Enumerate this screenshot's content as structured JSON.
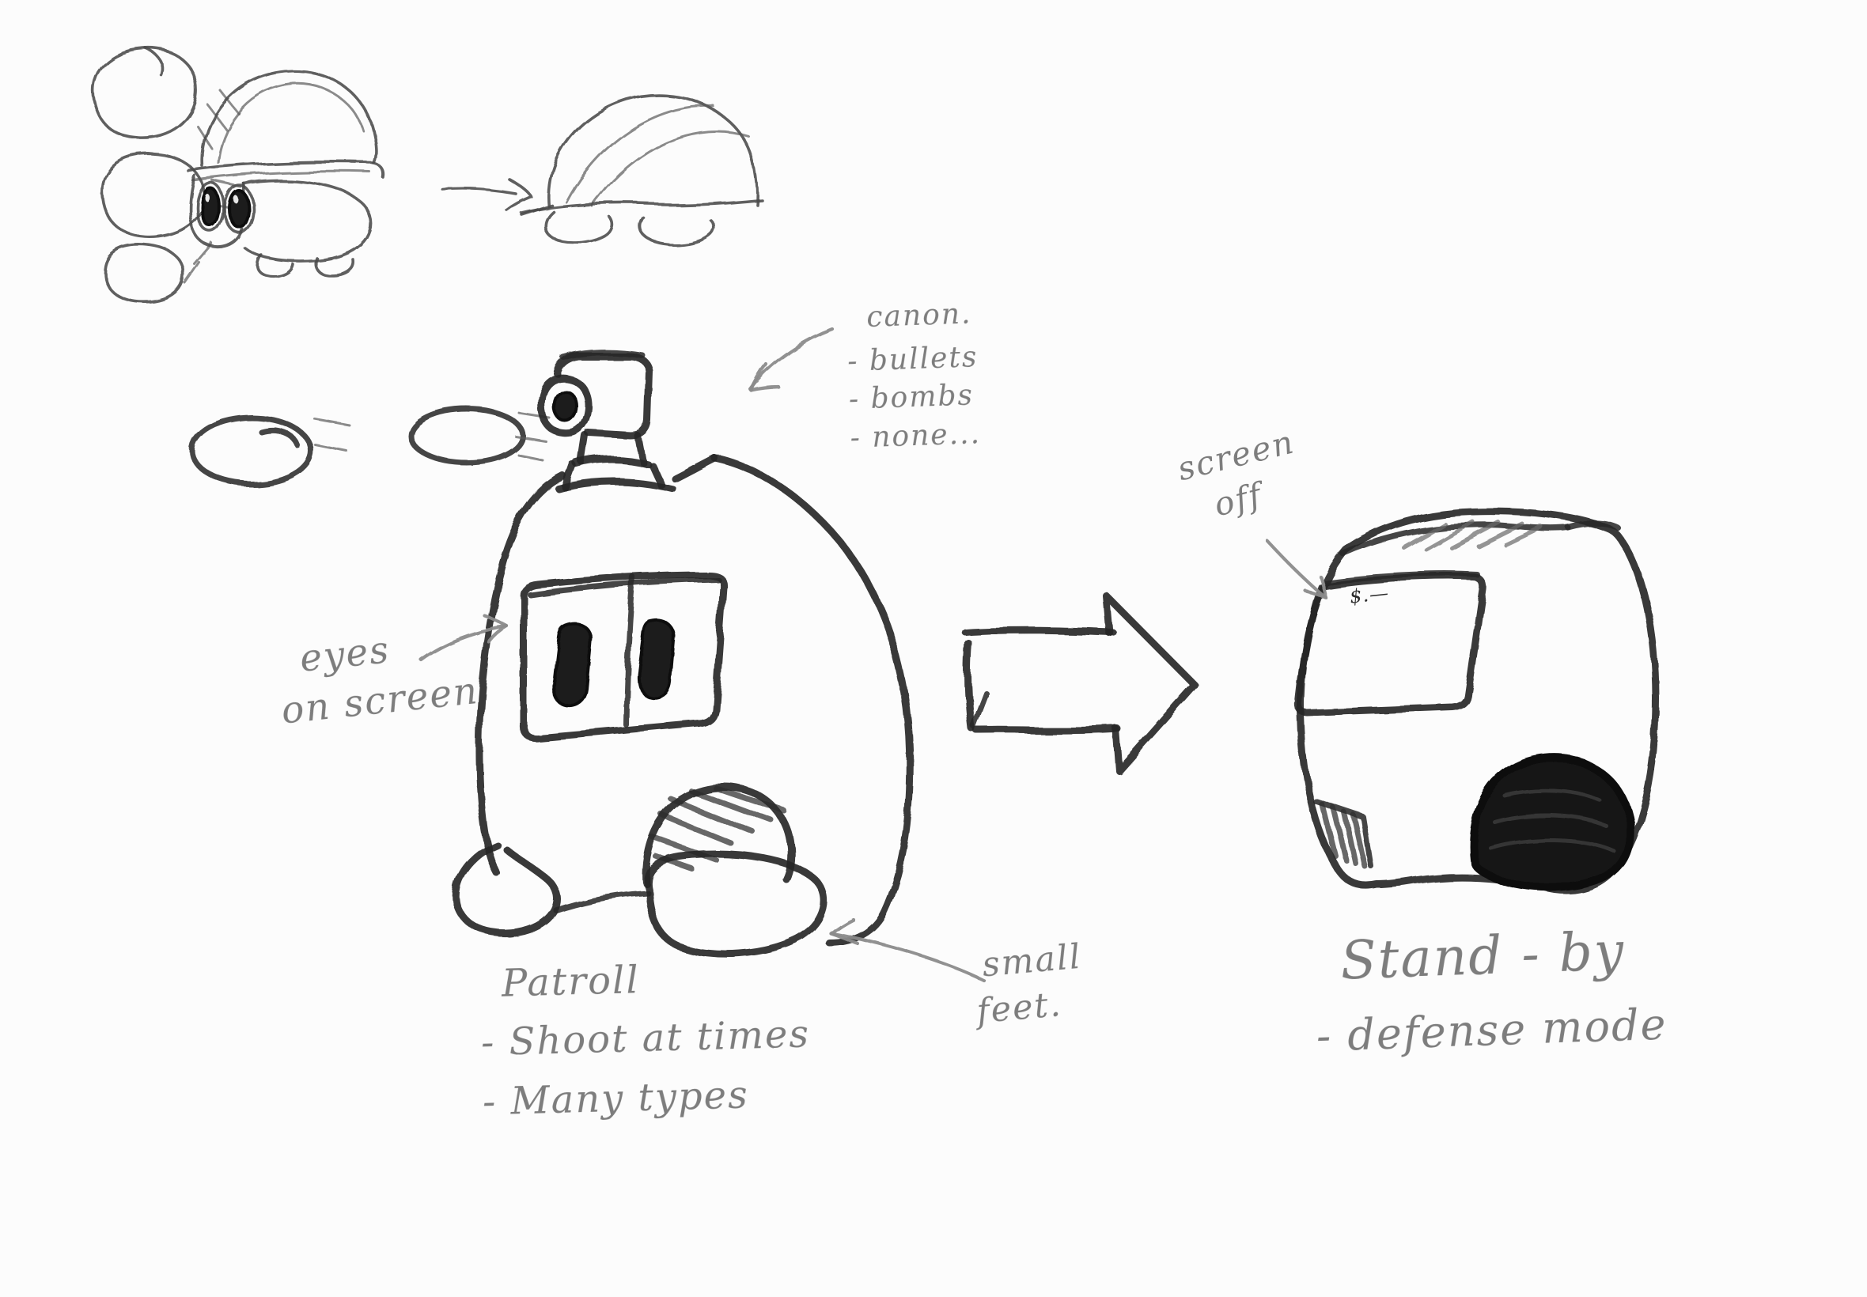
{
  "palette": {
    "paper": "#fcfcfc",
    "pencil_dark": "#262626",
    "pencil_light": "#4a4a4a",
    "annotation_gray": "#7d7d7d"
  },
  "annotations": {
    "cannon": {
      "title": "canon.",
      "items": [
        "- bullets",
        "- bombs",
        "- none..."
      ]
    },
    "eyes_on_screen": {
      "line1": "eyes",
      "line2": "on screen"
    },
    "screen_off": {
      "line1": "screen",
      "line2": "off"
    },
    "screen_scribble": "$.—",
    "small_feet": {
      "line1": "small",
      "line2": "feet."
    },
    "patrol": {
      "title": "Patroll",
      "items": [
        "- Shoot at times",
        "- Many types"
      ]
    },
    "standby": {
      "title": "Stand - by",
      "items": [
        "- defense mode"
      ]
    }
  }
}
